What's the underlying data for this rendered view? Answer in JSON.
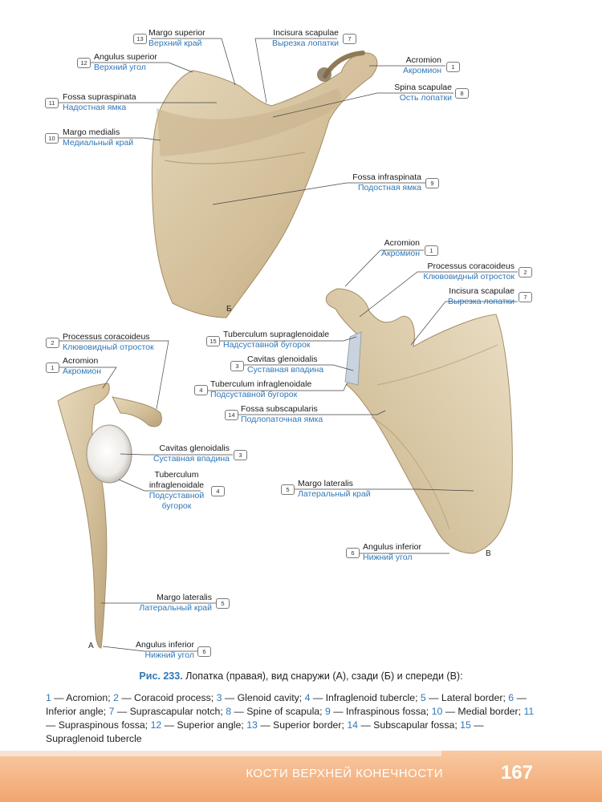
{
  "labels": {
    "b": [
      {
        "n": "13",
        "la": "Margo superior",
        "ru": "Верхний край"
      },
      {
        "n": "7",
        "la": "Incisura scapulae",
        "ru": "Вырезка лопатки"
      },
      {
        "n": "12",
        "la": "Angulus superior",
        "ru": "Верхний угол"
      },
      {
        "n": "1",
        "la": "Acromion",
        "ru": "Акромион"
      },
      {
        "n": "8",
        "la": "Spina scapulae",
        "ru": "Ость лопатки"
      },
      {
        "n": "11",
        "la": "Fossa supraspinata",
        "ru": "Надостная ямка"
      },
      {
        "n": "10",
        "la": "Margo medialis",
        "ru": "Медиальный край"
      },
      {
        "n": "9",
        "la": "Fossa infraspinata",
        "ru": "Подостная ямка"
      }
    ],
    "v": [
      {
        "n": "1",
        "la": "Acromion",
        "ru": "Акромион"
      },
      {
        "n": "2",
        "la": "Processus coracoideus",
        "ru": "Клювовидный отросток"
      },
      {
        "n": "7",
        "la": "Incisura scapulae",
        "ru": "Вырезка лопатки"
      },
      {
        "n": "15",
        "la": "Tuberculum supraglenoidale",
        "ru": "Надсуставной бугорок"
      },
      {
        "n": "3",
        "la": "Cavitas glenoidalis",
        "ru": "Суставная впадина"
      },
      {
        "n": "4",
        "la": "Tuberculum infraglenoidale",
        "ru": "Подсуставной бугорок"
      },
      {
        "n": "14",
        "la": "Fossa subscapularis",
        "ru": "Подлопаточная ямка"
      },
      {
        "n": "5",
        "la": "Margo lateralis",
        "ru": "Латеральный край"
      },
      {
        "n": "6",
        "la": "Angulus inferior",
        "ru": "Нижний угол"
      }
    ],
    "a": [
      {
        "n": "2",
        "la": "Processus coracoideus",
        "ru": "Клювовидный отросток"
      },
      {
        "n": "1",
        "la": "Acromion",
        "ru": "Акромион"
      },
      {
        "n": "3",
        "la": "Cavitas glenoidalis",
        "ru": "Суставная впадина"
      },
      {
        "n": "4",
        "la1": "Tuberculum",
        "la2": "infraglenoidale",
        "ru1": "Подсуставной",
        "ru2": "бугорок"
      },
      {
        "n": "5",
        "la": "Margo lateralis",
        "ru": "Латеральный край"
      },
      {
        "n": "6",
        "la": "Angulus inferior",
        "ru": "Нижний угол"
      }
    ]
  },
  "letters": {
    "a": "А",
    "b": "Б",
    "v": "В"
  },
  "caption": {
    "fig": "Рис. 233.",
    "text": "Лопатка (правая), вид снаружи (А), сзади (Б) и спереди (В):"
  },
  "legend": [
    {
      "n": "1",
      "t": "— Acromion;"
    },
    {
      "n": "2",
      "t": "— Coracoid process;"
    },
    {
      "n": "3",
      "t": "— Glenoid cavity;"
    },
    {
      "n": "4",
      "t": "— Infraglenoid tubercle;"
    },
    {
      "n": "5",
      "t": "— Lateral border;"
    },
    {
      "n": "6",
      "t": "— Inferior angle;"
    },
    {
      "n": "7",
      "t": "— Suprascapular notch;"
    },
    {
      "n": "8",
      "t": "— Spine of scapula;"
    },
    {
      "n": "9",
      "t": "— Infraspinous fossa;"
    },
    {
      "n": "10",
      "t": "— Medial border;"
    },
    {
      "n": "11",
      "t": "— Supraspinous fossa;"
    },
    {
      "n": "12",
      "t": "— Superior angle;"
    },
    {
      "n": "13",
      "t": "— Superior border;"
    },
    {
      "n": "14",
      "t": "— Subscapular fossa;"
    },
    {
      "n": "15",
      "t": "— Supraglenoid tubercle"
    }
  ],
  "footer": {
    "section": "КОСТИ ВЕРХНЕЙ КОНЕЧНОСТИ",
    "page": "167"
  },
  "colors": {
    "accent": "#2f77b8",
    "bone": "#d9c8a6",
    "footer": "#f2a56e"
  }
}
